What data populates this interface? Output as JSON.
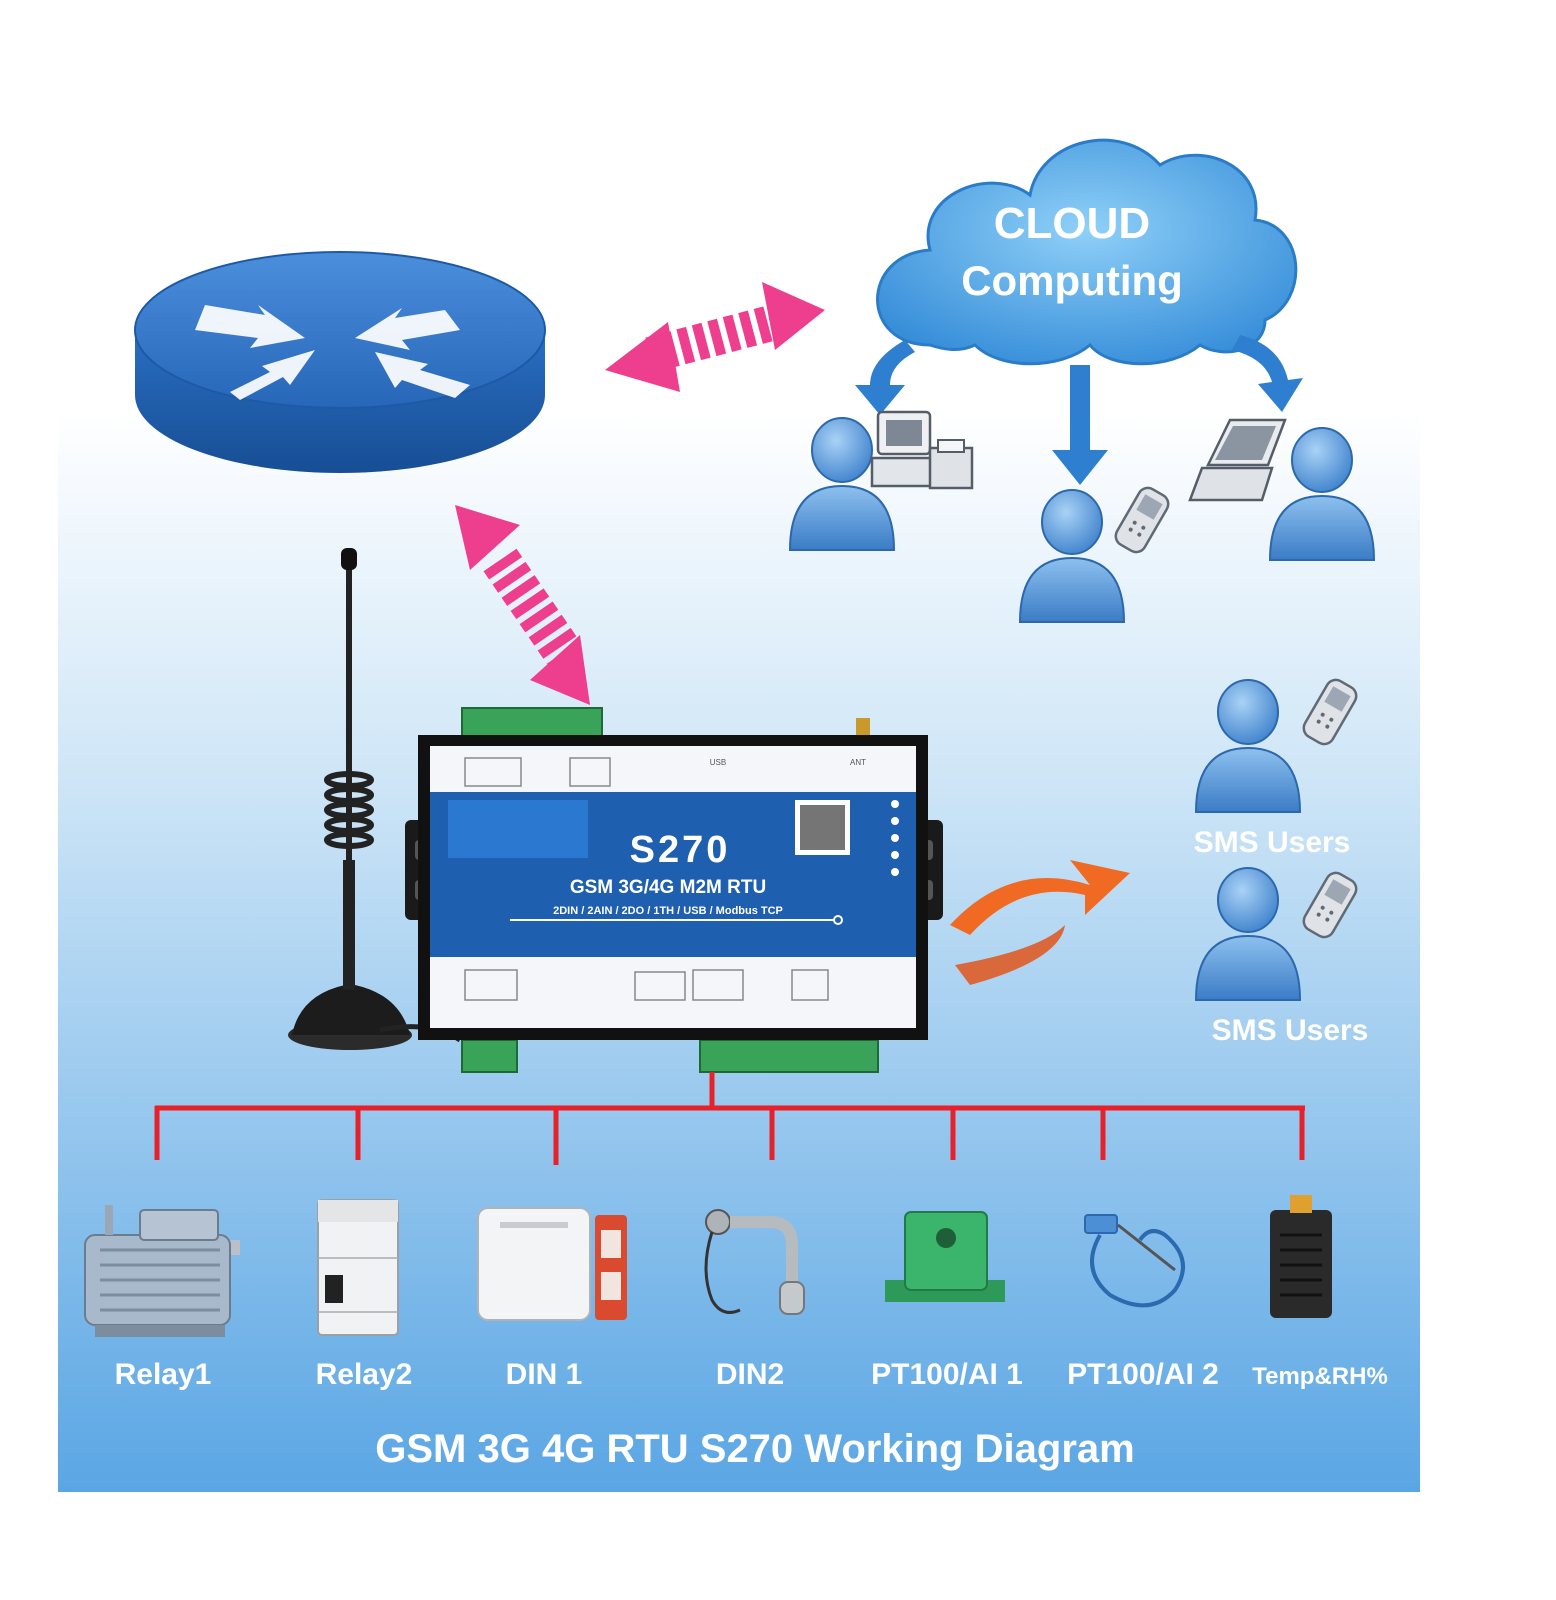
{
  "cloud": {
    "line1": "CLOUD",
    "line2": "Computing"
  },
  "device": {
    "model": "S270",
    "subtitle": "GSM 3G/4G M2M RTU",
    "features": "2DIN / 2AIN / 2DO / 1TH / USB / Modbus TCP",
    "top_labels": [
      "USB",
      "ANT"
    ]
  },
  "sms_users": [
    "SMS Users",
    "SMS Users"
  ],
  "peripherals": [
    {
      "label": "Relay1",
      "icon": "motor-icon"
    },
    {
      "label": "Relay2",
      "icon": "circuit-breaker-icon"
    },
    {
      "label": "DIN 1",
      "icon": "door-sensor-icon"
    },
    {
      "label": "DIN2",
      "icon": "float-switch-icon"
    },
    {
      "label": "PT100/AI 1",
      "icon": "current-sensor-icon"
    },
    {
      "label": "PT100/AI 2",
      "icon": "temperature-probe-icon"
    },
    {
      "label": "Temp&RH%",
      "icon": "humidity-sensor-icon"
    }
  ],
  "caption": "GSM 3G 4G RTU S270 Working Diagram",
  "colors": {
    "bus": "#e8202a",
    "arrow_pink": "#ee3f8e",
    "arrow_orange": "#f06a23",
    "device_blue": "#1f5fb0",
    "user_blue": "#4d8fd4"
  }
}
